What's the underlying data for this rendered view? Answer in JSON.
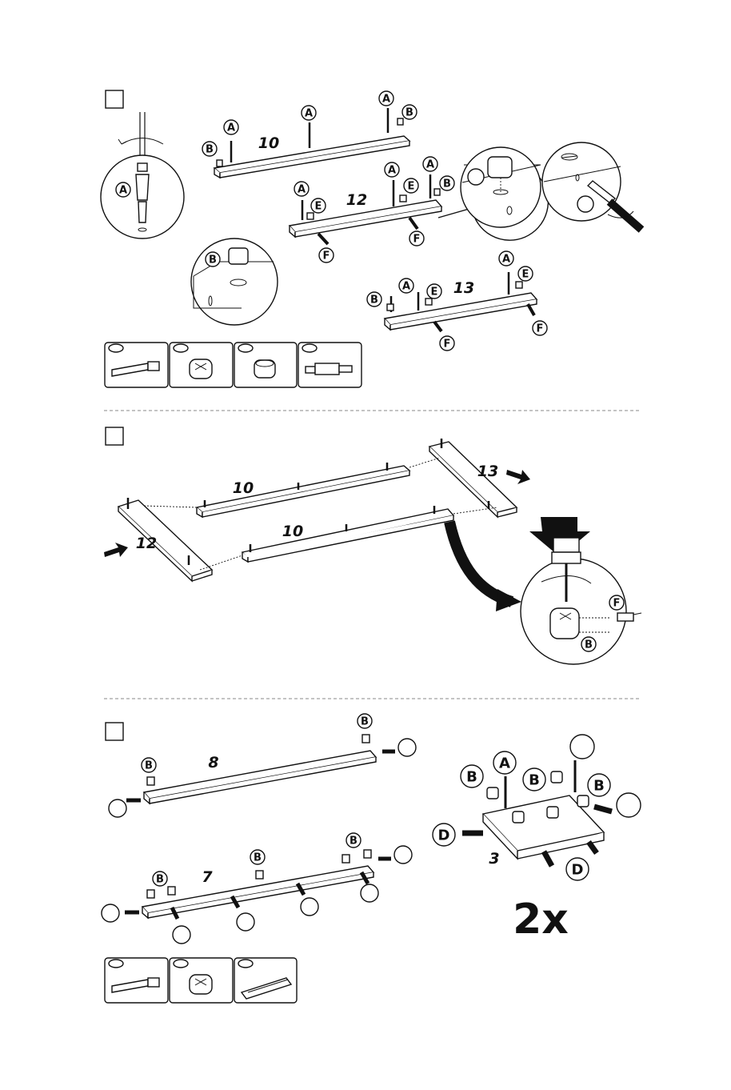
{
  "page": {
    "background": "#ffffff",
    "ink": "#111111"
  },
  "steps": [
    {
      "id": "step-1",
      "part_numbers": [
        "10",
        "12",
        "13"
      ],
      "legend_labels": [
        "A",
        "B",
        "E",
        "F"
      ]
    },
    {
      "id": "step-2",
      "part_numbers": [
        "10",
        "10",
        "12",
        "13"
      ]
    },
    {
      "id": "step-3",
      "part_numbers": [
        "8",
        "7",
        "3"
      ],
      "multiplier": "2x",
      "legend_labels": [
        "A",
        "B",
        "D"
      ]
    }
  ],
  "labels": {
    "a": "A",
    "b": "B",
    "d": "D",
    "e": "E",
    "f": "F"
  },
  "parts": {
    "p10": "10",
    "p12": "12",
    "p13": "13",
    "p8": "8",
    "p7": "7",
    "p3": "3"
  },
  "multiplier": "2x",
  "icons": [
    "screwdriver-icon",
    "rotate-arrow-icon",
    "cam-bolt-icon",
    "cam-lock-icon",
    "cam-nut-icon",
    "connector-bolt-icon",
    "wooden-dowel-icon",
    "push-arrow-icon",
    "hammer-press-icon"
  ]
}
